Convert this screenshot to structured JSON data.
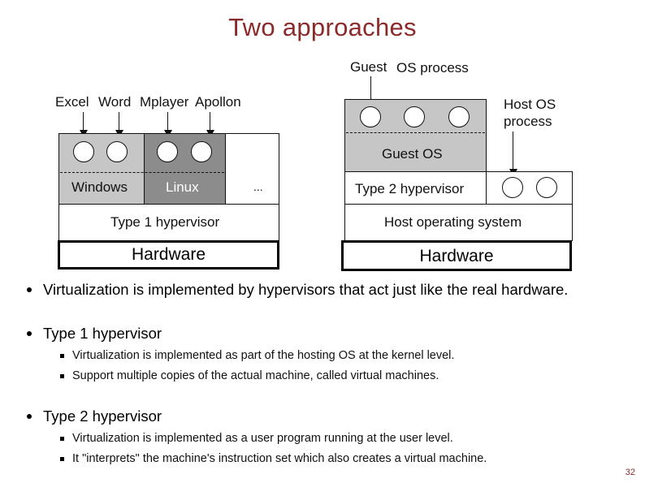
{
  "title": "Two approaches",
  "left_diagram": {
    "apps": {
      "excel": "Excel",
      "word": "Word",
      "mplayer": "Mplayer",
      "apollon": "Apollon"
    },
    "guest_windows": "Windows",
    "guest_linux": "Linux",
    "ellipsis": "...",
    "hypervisor": "Type 1 hypervisor",
    "hardware": "Hardware"
  },
  "right_diagram": {
    "guest_process_label_1": "Guest",
    "guest_process_label_2": "OS process",
    "host_process_label": "Host OS process",
    "guest_os": "Guest OS",
    "hypervisor": "Type 2 hypervisor",
    "host_os": "Host operating system",
    "hardware": "Hardware"
  },
  "bullets": [
    {
      "text": "Virtualization is implemented by hypervisors that act just like the real hardware.",
      "sub": []
    },
    {
      "text": "Type 1 hypervisor",
      "sub": [
        "Virtualization is implemented as part of the hosting OS at the kernel level.",
        "Support multiple copies of the actual machine, called virtual machines."
      ]
    },
    {
      "text": "Type 2 hypervisor",
      "sub": [
        "Virtualization is implemented as a user program running at the user level.",
        "It \"interprets\" the machine's instruction set which also creates a virtual machine."
      ]
    }
  ],
  "page_number": "32",
  "colors": {
    "title": "#8b2a2a",
    "light_gray": "#c6c6c6",
    "dark_gray": "#8c8c8c"
  }
}
